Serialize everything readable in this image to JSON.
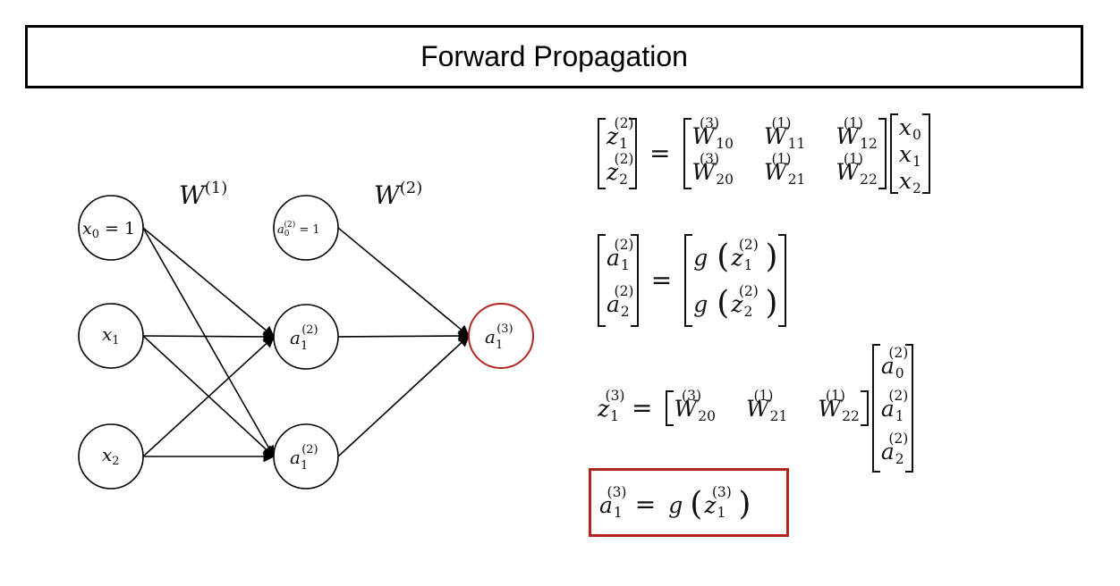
{
  "title": "Forward Propagation",
  "colors": {
    "output_node": "#b3261e",
    "result_box": "#b3261e",
    "line": "#000000"
  },
  "network": {
    "weight_labels": [
      "W",
      "(1)",
      "W",
      "(2)"
    ],
    "input_layer": [
      {
        "var": "x",
        "sub": "0",
        "suffix": " = 1"
      },
      {
        "var": "x",
        "sub": "1",
        "suffix": ""
      },
      {
        "var": "x",
        "sub": "2",
        "suffix": ""
      }
    ],
    "hidden_layer": [
      {
        "var": "a",
        "sub": "0",
        "sup": "(2)",
        "suffix": " = 1"
      },
      {
        "var": "a",
        "sub": "1",
        "sup": "(2)",
        "suffix": ""
      },
      {
        "var": "a",
        "sub": "1",
        "sup": "(2)",
        "suffix": ""
      }
    ],
    "output_layer": [
      {
        "var": "a",
        "sub": "1",
        "sup": "(3)",
        "suffix": ""
      }
    ]
  },
  "eq1": {
    "lhs": [
      [
        "z",
        "1",
        "(2)"
      ],
      [
        "z",
        "2",
        "(2)"
      ]
    ],
    "op": "=",
    "matrix": [
      [
        [
          "W",
          "10",
          "(3)"
        ],
        [
          "W",
          "11",
          "(1)"
        ],
        [
          "W",
          "12",
          "(1)"
        ]
      ],
      [
        [
          "W",
          "20",
          "(3)"
        ],
        [
          "W",
          "21",
          "(1)"
        ],
        [
          "W",
          "22",
          "(1)"
        ]
      ]
    ],
    "vector": [
      [
        "x",
        "0",
        ""
      ],
      [
        "x",
        "1",
        ""
      ],
      [
        "x",
        "2",
        ""
      ]
    ]
  },
  "eq2": {
    "lhs": [
      [
        "a",
        "1",
        "(2)"
      ],
      [
        "a",
        "2",
        "(2)"
      ]
    ],
    "op": "=",
    "func": "g",
    "rhs": [
      [
        "z",
        "1",
        "(2)"
      ],
      [
        "z",
        "2",
        "(2)"
      ]
    ]
  },
  "eq3": {
    "lhs": [
      "z",
      "1",
      "(3)"
    ],
    "op": "=",
    "row": [
      [
        "W",
        "20",
        "(3)"
      ],
      [
        "W",
        "21",
        "(1)"
      ],
      [
        "W",
        "22",
        "(1)"
      ]
    ],
    "vector": [
      [
        "a",
        "0",
        "(2)"
      ],
      [
        "a",
        "1",
        "(2)"
      ],
      [
        "a",
        "2",
        "(2)"
      ]
    ]
  },
  "eq4": {
    "lhs": [
      "a",
      "1",
      "(3)"
    ],
    "op": "=",
    "func": "g",
    "arg": [
      "z",
      "1",
      "(3)"
    ]
  }
}
